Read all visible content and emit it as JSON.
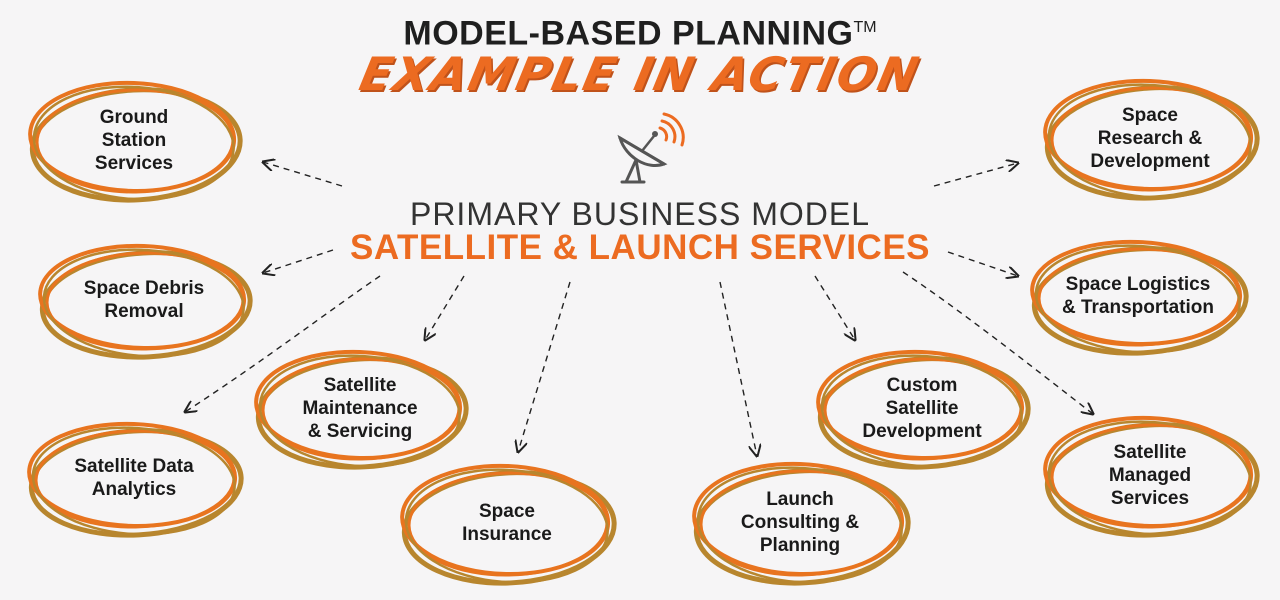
{
  "header": {
    "title": "MODEL-BASED PLANNING",
    "trademark": "TM",
    "subtitle": "EXAMPLE IN ACTION"
  },
  "central": {
    "icon": "satellite-dish-icon",
    "label": "PRIMARY BUSINESS MODEL",
    "name": "SATELLITE & LAUNCH SERVICES"
  },
  "colors": {
    "accent": "#ec6b21",
    "ring_outer": "#e8741f",
    "ring_inner": "#b8862e",
    "text": "#1a1a1a"
  },
  "nodes": [
    {
      "id": "ground-station-services",
      "label": "Ground\nStation\nServices"
    },
    {
      "id": "space-debris-removal",
      "label": "Space Debris\nRemoval"
    },
    {
      "id": "satellite-data-analytics",
      "label": "Satellite Data\nAnalytics"
    },
    {
      "id": "satellite-maintenance-servicing",
      "label": "Satellite\nMaintenance\n& Servicing"
    },
    {
      "id": "space-insurance",
      "label": "Space\nInsurance"
    },
    {
      "id": "launch-consulting-planning",
      "label": "Launch\nConsulting &\nPlanning"
    },
    {
      "id": "custom-satellite-development",
      "label": "Custom\nSatellite\nDevelopment"
    },
    {
      "id": "satellite-managed-services",
      "label": "Satellite\nManaged\nServices"
    },
    {
      "id": "space-logistics-transportation",
      "label": "Space Logistics\n& Transportation"
    },
    {
      "id": "space-research-development",
      "label": "Space\nResearch &\nDevelopment"
    }
  ]
}
